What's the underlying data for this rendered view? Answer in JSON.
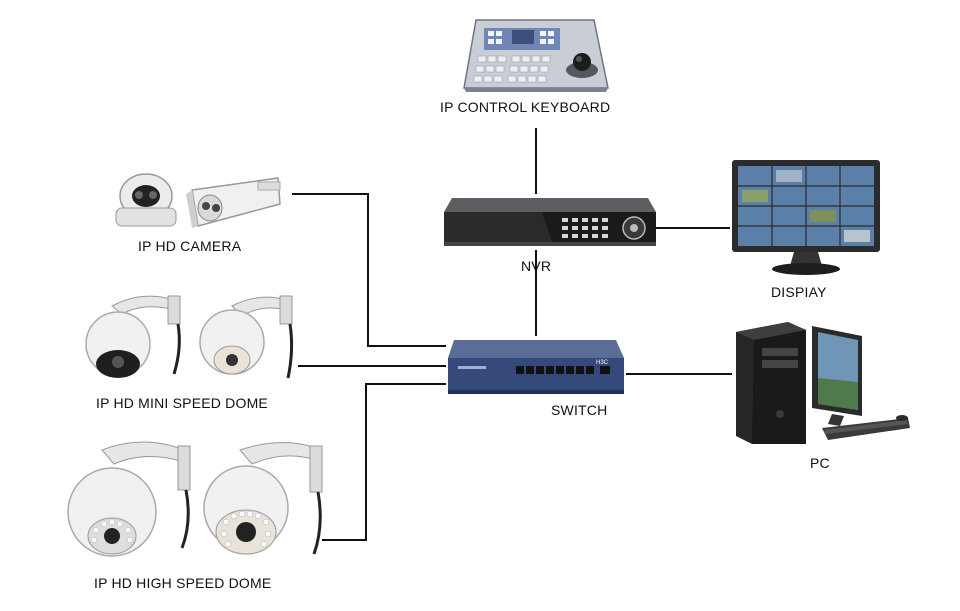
{
  "labels": {
    "keyboard": "IP CONTROL KEYBOARD",
    "nvr": "NVR",
    "display": "DISPIAY",
    "camera": "IP HD CAMERA",
    "mini_dome": "IP HD MINI SPEED DOME",
    "switch": "SWITCH",
    "pc": "PC",
    "high_dome": "IP HD HIGH SPEED DOME"
  },
  "device_brand": {
    "switch_badge": "H3C"
  },
  "colors": {
    "line": "#111111",
    "switch_body": "#35497a",
    "nvr_body": "#2a2a2a",
    "keyboard_panel": "#6f86b6",
    "camera_white": "#f2f2f2",
    "screen_blue": "#5a7fa8"
  }
}
